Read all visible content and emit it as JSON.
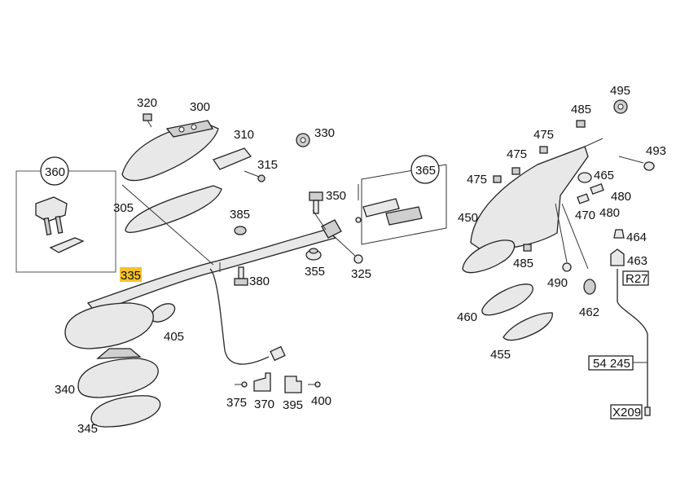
{
  "labels": {
    "p300": "300",
    "p305": "305",
    "p310": "310",
    "p315": "315",
    "p320": "320",
    "p325": "325",
    "p330": "330",
    "p335": "335",
    "p340": "340",
    "p345": "345",
    "p350": "350",
    "p355": "355",
    "p360": "360",
    "p365": "365",
    "p370": "370",
    "p375": "375",
    "p380": "380",
    "p385": "385",
    "p395": "395",
    "p400": "400",
    "p405": "405",
    "p450": "450",
    "p455": "455",
    "p460": "460",
    "p462": "462",
    "p463": "463",
    "p464": "464",
    "p465": "465",
    "p470": "470",
    "p475a": "475",
    "p475b": "475",
    "p475c": "475",
    "p480a": "480",
    "p480b": "480",
    "p485a": "485",
    "p485b": "485",
    "p490": "490",
    "p493": "493",
    "p495": "495"
  },
  "connectors": {
    "r27": "R27",
    "c54245": "54 245",
    "x209": "X209"
  },
  "highlight_color": "#f4c22c"
}
